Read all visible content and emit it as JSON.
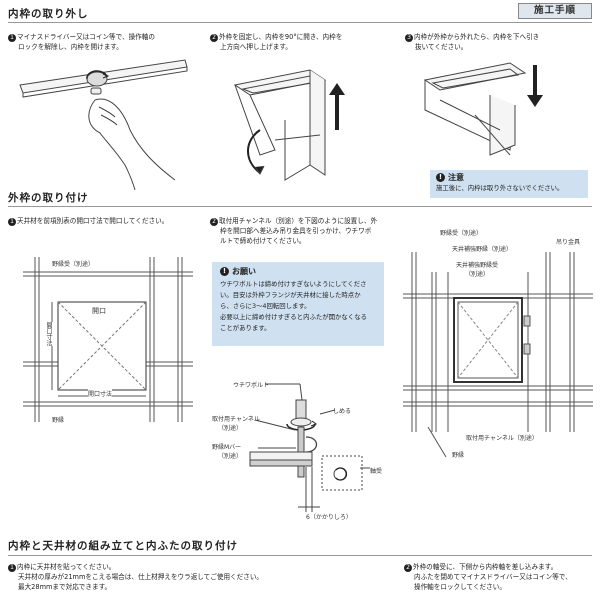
{
  "badge": "施工手順",
  "sections": {
    "inner_removal": "内枠の取り外し",
    "outer_install": "外枠の取り付け",
    "assembly": "内枠と天井材の組み立てと内ふたの取り付け"
  },
  "steps": {
    "s1": {
      "num": "1",
      "lines": [
        "マイナスドライバー又はコイン等で、操作軸の",
        "ロックを解除し、内枠を開けます。"
      ]
    },
    "s2": {
      "num": "2",
      "lines": [
        "外枠を固定し、内枠を90°に開き、内枠を",
        "上方向へ押し上げます。"
      ]
    },
    "s3": {
      "num": "3",
      "lines": [
        "内枠が外枠から外れたら、内枠を下へ引き",
        "抜いてください。"
      ]
    },
    "o1": {
      "num": "1",
      "lines": [
        "天井材を前項別表の開口寸法で開口してください。"
      ]
    },
    "o2": {
      "num": "2",
      "lines": [
        "取付用チャンネル（別途）を下図のように設置し、外",
        "枠を開口部へ差込み吊り金具を引っかけ、ウチワボ",
        "ルトで締め付けてください。"
      ]
    },
    "a1": {
      "num": "1",
      "lines": [
        "内枠に天井材を貼ってください。",
        "天井材の厚みが21mmをこえる場合は、仕上材押えをウラ返してご使用ください。",
        "最大28mmまで対応できます。"
      ]
    },
    "a2": {
      "num": "2",
      "lines": [
        "外枠の軸受に、下側から内枠軸を差し込みます。",
        "内ふたを閉めてマイナスドライバー又はコイン等で、",
        "操作軸をロックしてください。"
      ]
    }
  },
  "caution": {
    "title": "注意",
    "body": "施工後に、内枠は取り外さないでください。"
  },
  "request": {
    "title": "お願い",
    "lines": [
      "ウチワボルトは締め付けすぎないようにしてくださ",
      "い。目安は外枠フランジが天井材に接した時点か",
      "ら、さらに3〜4回転回します。",
      "必要以上に締め付けすぎると内ふたが開かなくなる",
      "ことがあります。"
    ]
  },
  "diagram_labels": {
    "noubuchi_left": "野縁受（別途）",
    "kaikou": "開口",
    "kaikou_sunpou_v": "開口寸法",
    "kaikou_sunpou_h": "開口寸法",
    "nobuchi_left": "野縁",
    "uchiwa_bolt": "ウチワボルト",
    "shimeru": "しめる",
    "channel": "取付用チャンネル",
    "channel_betto": "（別途）",
    "m_bar": "野縁Mバー",
    "m_bar_betto": "（別途）",
    "jikuuke": "軸受",
    "kakari": "6（かかりしろ）",
    "noubuchi_right": "野縁受（別途）",
    "hokyo": "天井補強野縁（別途）",
    "hokyo_uke": "天井補強野縁受",
    "hokyo_uke_betto": "（別途）",
    "tsuri": "吊り金具",
    "channel_right": "取付用チャンネル（別途）",
    "nobuchi_right": "野縁"
  }
}
